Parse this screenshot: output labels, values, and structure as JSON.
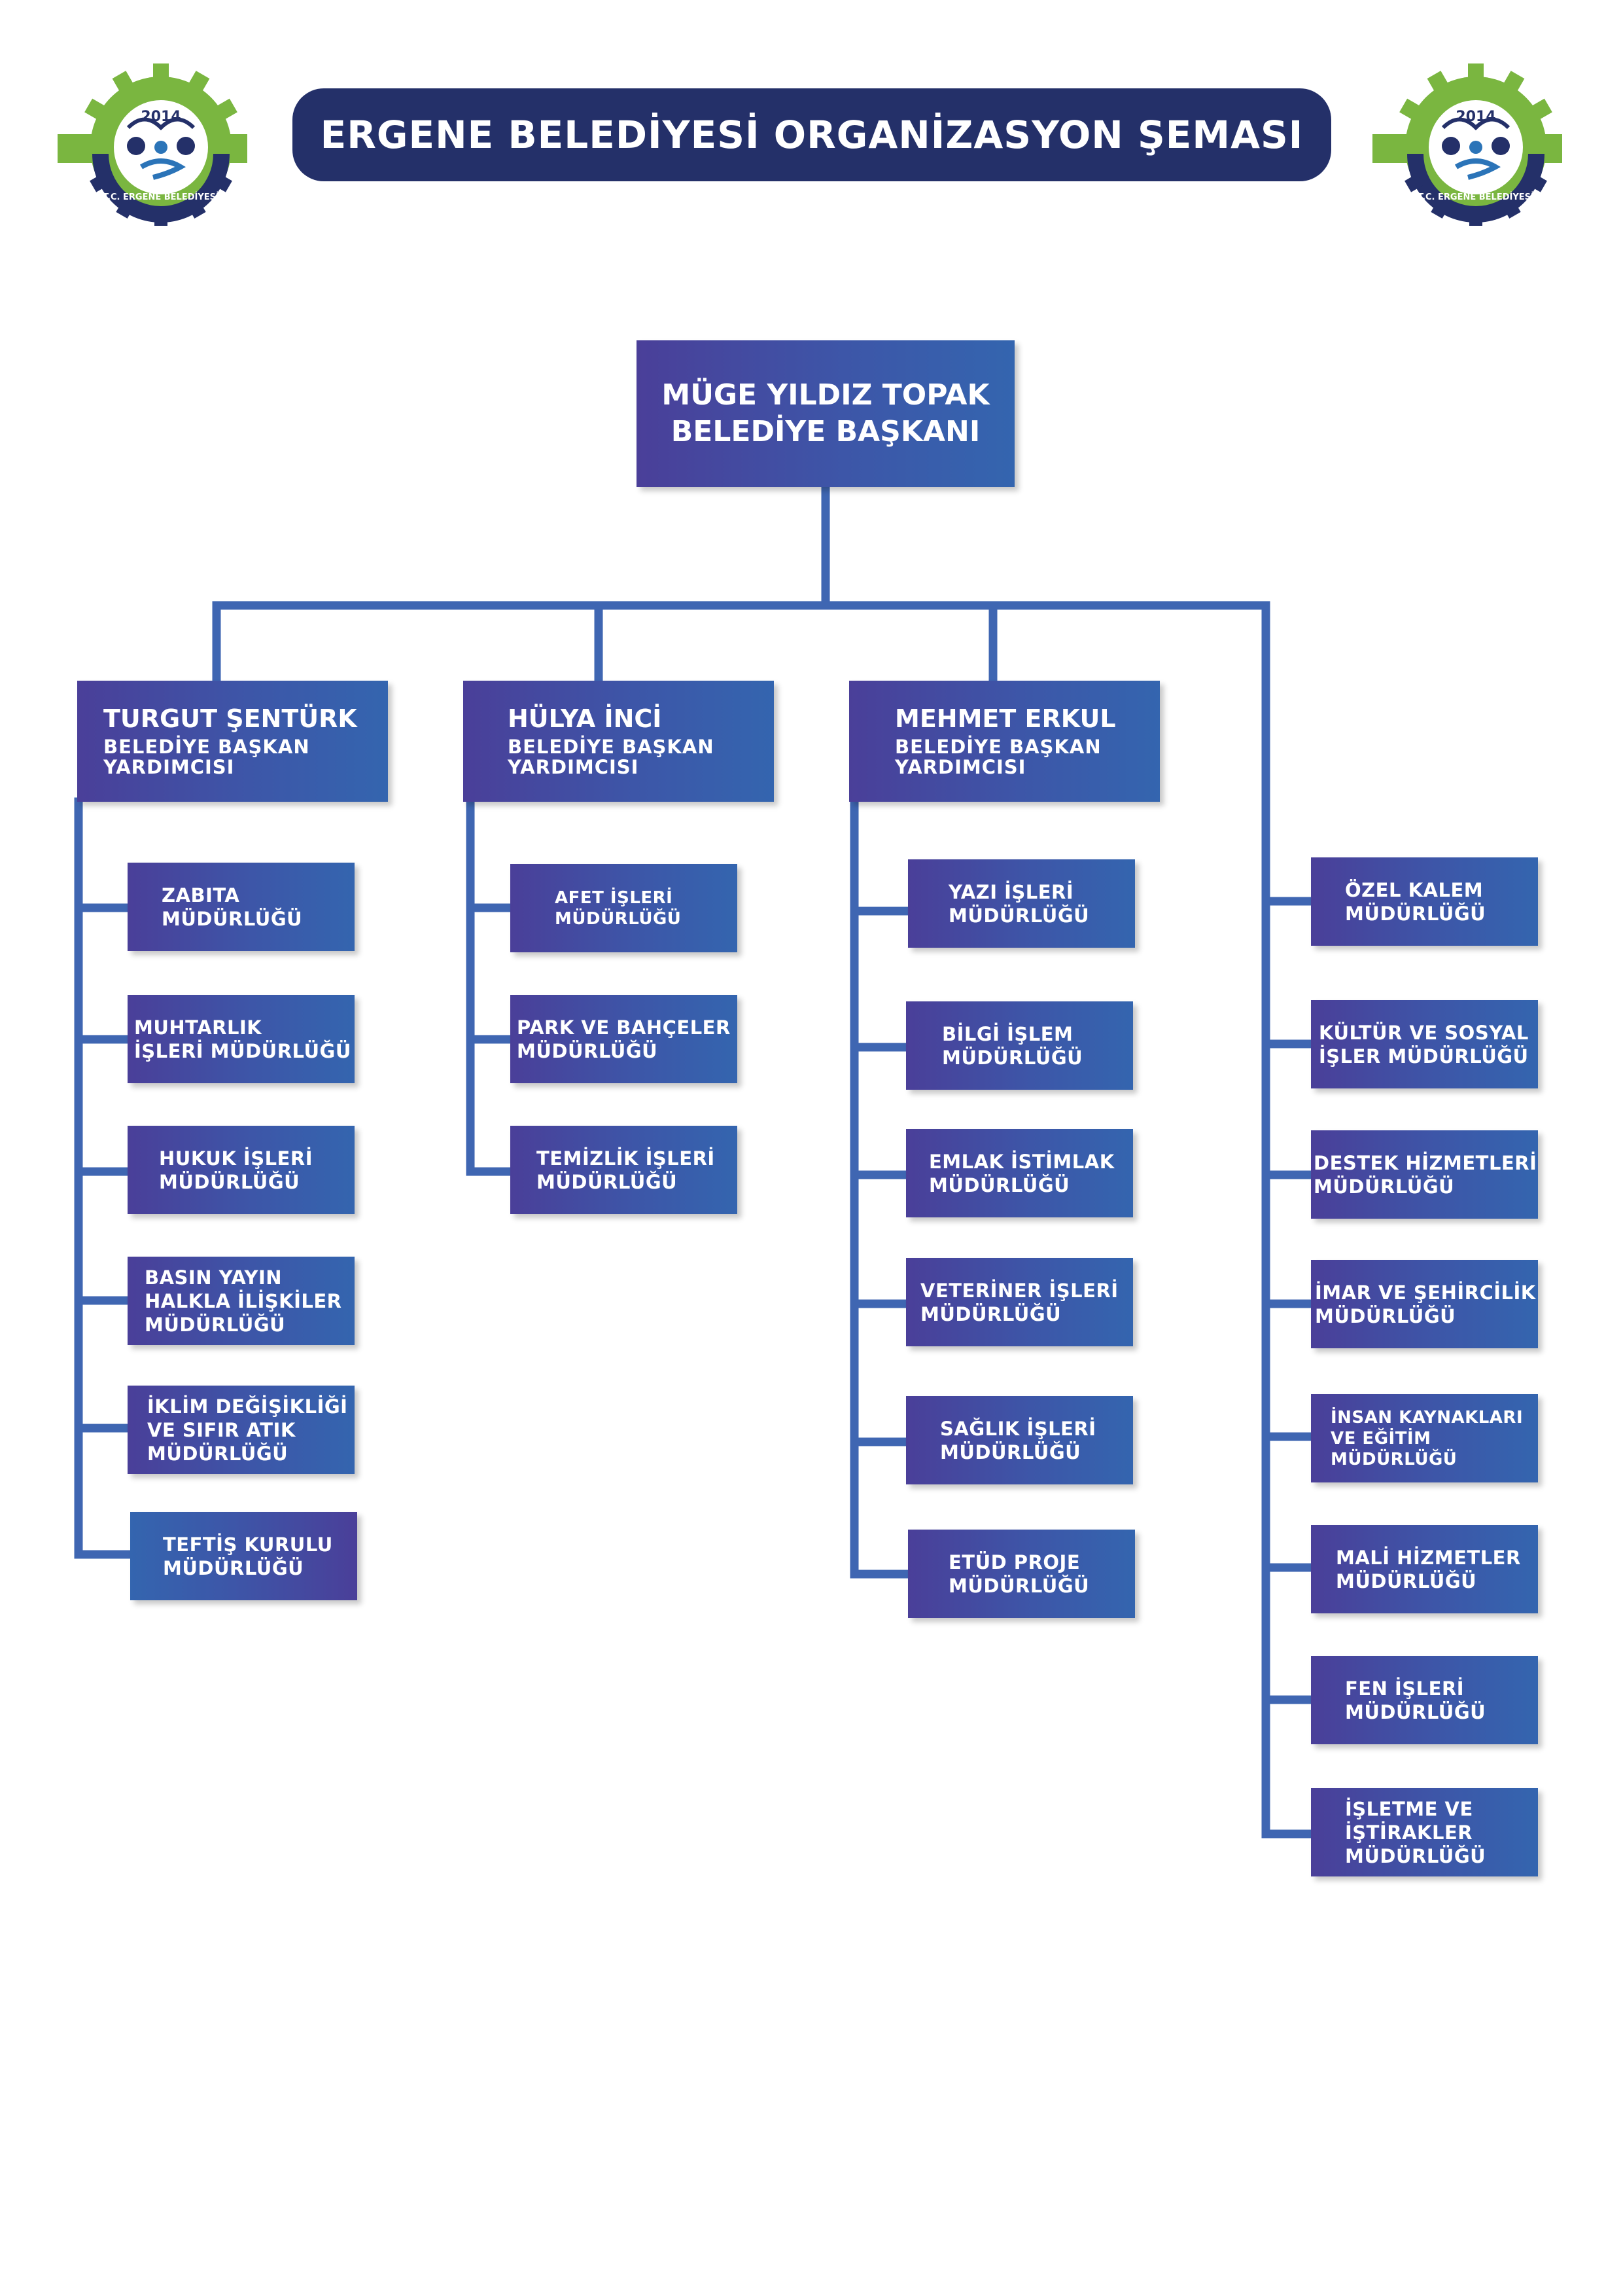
{
  "header": {
    "title": "ERGENE BELEDİYESİ ORGANİZASYON ŞEMASI"
  },
  "logo": {
    "year": "2014",
    "ring_text": "T.C. ERGENE BELEDİYESİ",
    "colors": {
      "green": "#7ab640",
      "navy": "#243069",
      "blue": "#2b74b8"
    }
  },
  "colors": {
    "title_bg": "#243069",
    "box_from": "#4a3f99",
    "box_to": "#3465af",
    "line": "#3f66b2"
  },
  "mayor": {
    "name": "MÜGE YILDIZ TOPAK",
    "title": "BELEDİYE BAŞKANI"
  },
  "deputies": [
    {
      "name": "TURGUT ŞENTÜRK",
      "role": "BELEDİYE BAŞKAN\nYARDIMCISI"
    },
    {
      "name": "HÜLYA İNCİ",
      "role": "BELEDİYE BAŞKAN\nYARDIMCISI"
    },
    {
      "name": "MEHMET ERKUL",
      "role": "BELEDİYE BAŞKAN\nYARDIMCISI"
    }
  ],
  "col1": [
    "ZABITA\nMÜDÜRLÜĞÜ",
    "MUHTARLIK\nİŞLERİ MÜDÜRLÜĞÜ",
    "HUKUK İŞLERİ\nMÜDÜRLÜĞÜ",
    "BASIN YAYIN\nHALKLA İLİŞKİLER\nMÜDÜRLÜĞÜ",
    "İKLİM DEĞİŞİKLİĞİ\nVE SIFIR ATIK\nMÜDÜRLÜĞÜ",
    "TEFTİŞ KURULU\nMÜDÜRLÜĞÜ"
  ],
  "col2": [
    "AFET İŞLERİ\nMÜDÜRLÜĞÜ",
    "PARK VE BAHÇELER\nMÜDÜRLÜĞÜ",
    "TEMİZLİK İŞLERİ\nMÜDÜRLÜĞÜ"
  ],
  "col3": [
    "YAZI İŞLERİ\nMÜDÜRLÜĞÜ",
    "BİLGİ İŞLEM\nMÜDÜRLÜĞÜ",
    "EMLAK İSTİMLAK\nMÜDÜRLÜĞÜ",
    "VETERİNER İŞLERİ\nMÜDÜRLÜĞÜ",
    "SAĞLIK İŞLERİ\nMÜDÜRLÜĞÜ",
    "ETÜD PROJE\nMÜDÜRLÜĞÜ"
  ],
  "col4": [
    "ÖZEL KALEM\nMÜDÜRLÜĞÜ",
    "KÜLTÜR VE SOSYAL\nİŞLER MÜDÜRLÜĞÜ",
    "DESTEK HİZMETLERİ\nMÜDÜRLÜĞÜ",
    "İMAR VE ŞEHİRCİLİK\nMÜDÜRLÜĞÜ",
    "İNSAN KAYNAKLARI\nVE EĞİTİM\nMÜDÜRLÜĞÜ",
    "MALİ HİZMETLER\nMÜDÜRLÜĞÜ",
    "FEN İŞLERİ\nMÜDÜRLÜĞÜ",
    "İŞLETME VE\nİŞTİRAKLER\nMÜDÜRLÜĞÜ"
  ]
}
